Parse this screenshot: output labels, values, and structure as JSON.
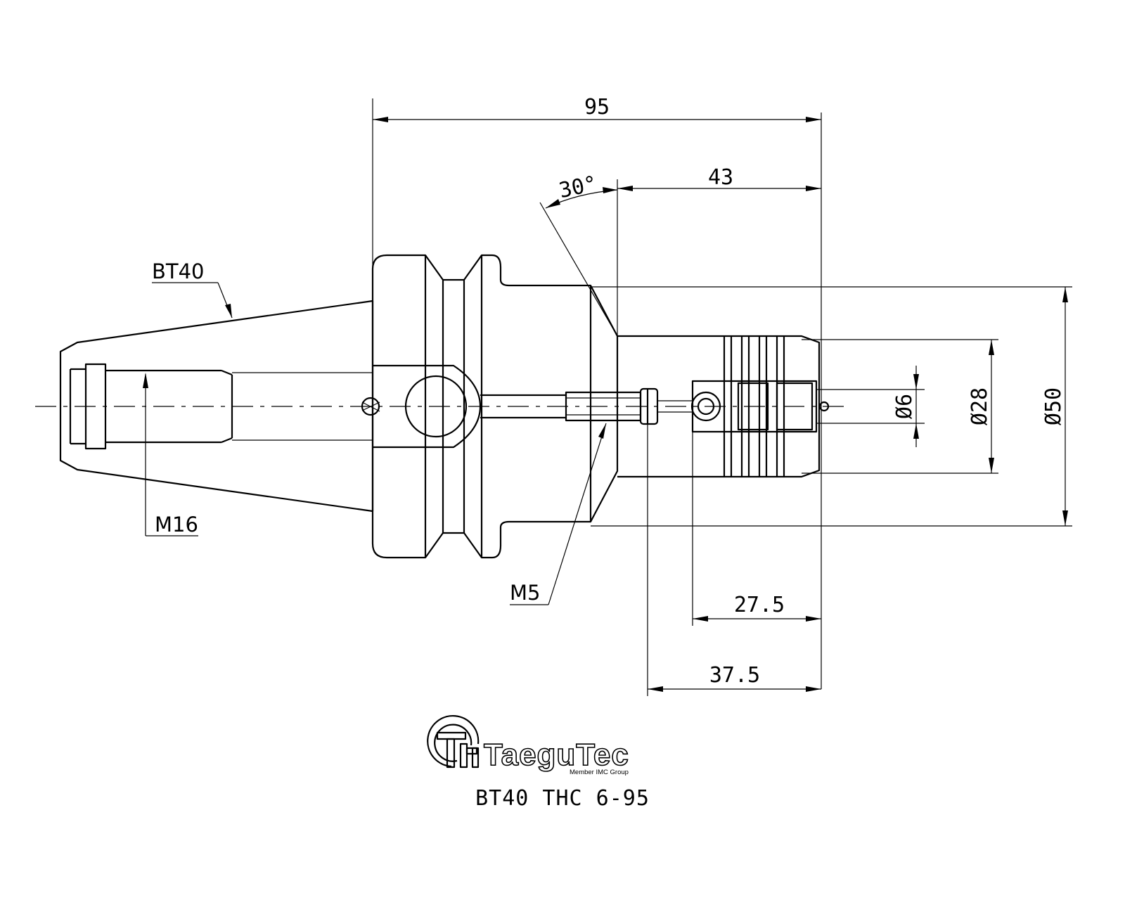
{
  "dimensions": {
    "overall_length": "95",
    "front_length": "43",
    "chamfer_angle": "30°",
    "tip_length": "27.5",
    "pilot_length": "37.5",
    "bore_diameter": "Ø6",
    "nose_diameter": "Ø28",
    "body_diameter": "Ø50"
  },
  "labels": {
    "taper": "BT40",
    "retention_thread": "M16",
    "screw_thread": "M5"
  },
  "logo": {
    "brand": "TaeguTec",
    "tagline": "Member IMC Group"
  },
  "product_code": "BT40 THC 6-95"
}
